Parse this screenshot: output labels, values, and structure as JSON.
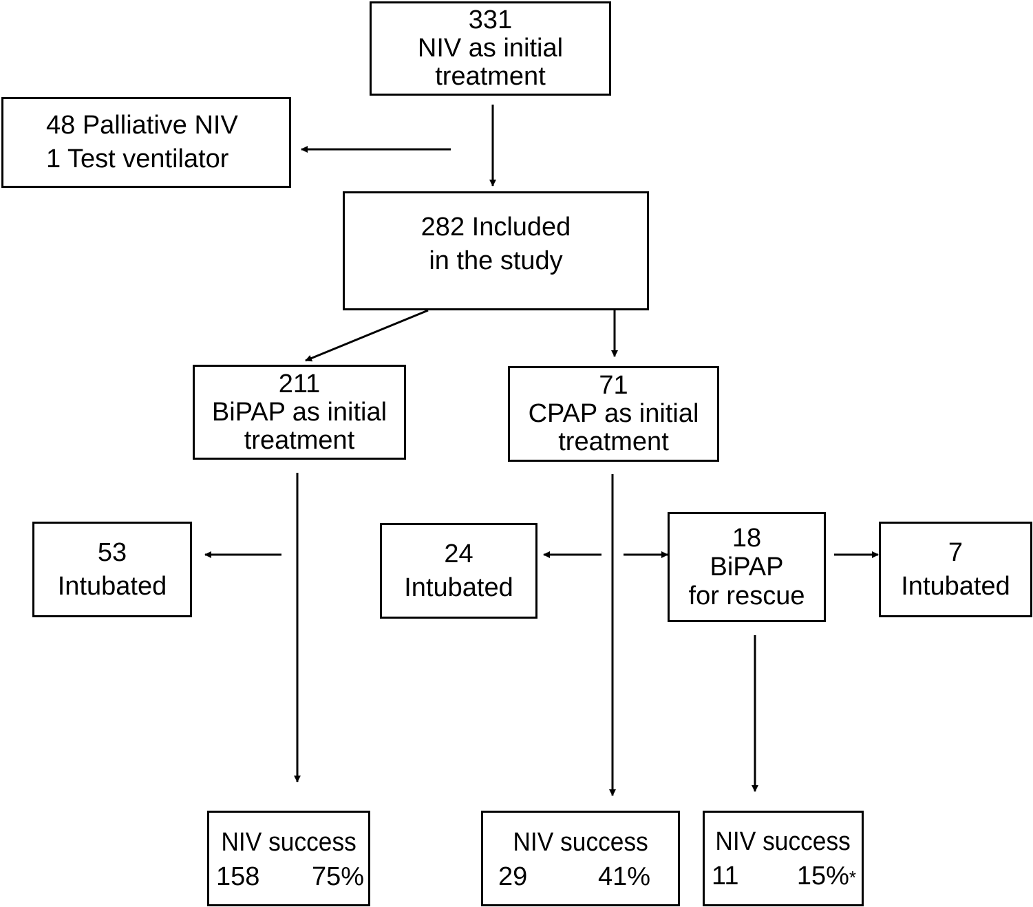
{
  "nodes": {
    "initial": {
      "line1": "331",
      "line2": "NIV as initial",
      "line3": "treatment"
    },
    "excluded": {
      "line1": "48 Palliative NIV",
      "line2": "1 Test ventilator"
    },
    "included": {
      "line1": "282 Included",
      "line2": "in the study"
    },
    "bipap": {
      "line1": "211",
      "line2": "BiPAP as initial",
      "line3": "treatment"
    },
    "cpap": {
      "line1": "71",
      "line2": "CPAP as initial",
      "line3": "treatment"
    },
    "bipap_intubated": {
      "line1": "53",
      "line2": "Intubated"
    },
    "cpap_intubated": {
      "line1": "24",
      "line2": "Intubated"
    },
    "rescue": {
      "line1": "18",
      "line2": "BiPAP",
      "line3": "for rescue"
    },
    "rescue_intubated": {
      "line1": "7",
      "line2": "Intubated"
    },
    "bipap_success": {
      "title": "NIV success",
      "count": "158",
      "pct": "75%"
    },
    "cpap_success": {
      "title": "NIV success",
      "count": "29",
      "pct": "41%"
    },
    "rescue_success": {
      "title": "NIV success",
      "count": "11",
      "pct": "15%",
      "note": "*"
    }
  }
}
